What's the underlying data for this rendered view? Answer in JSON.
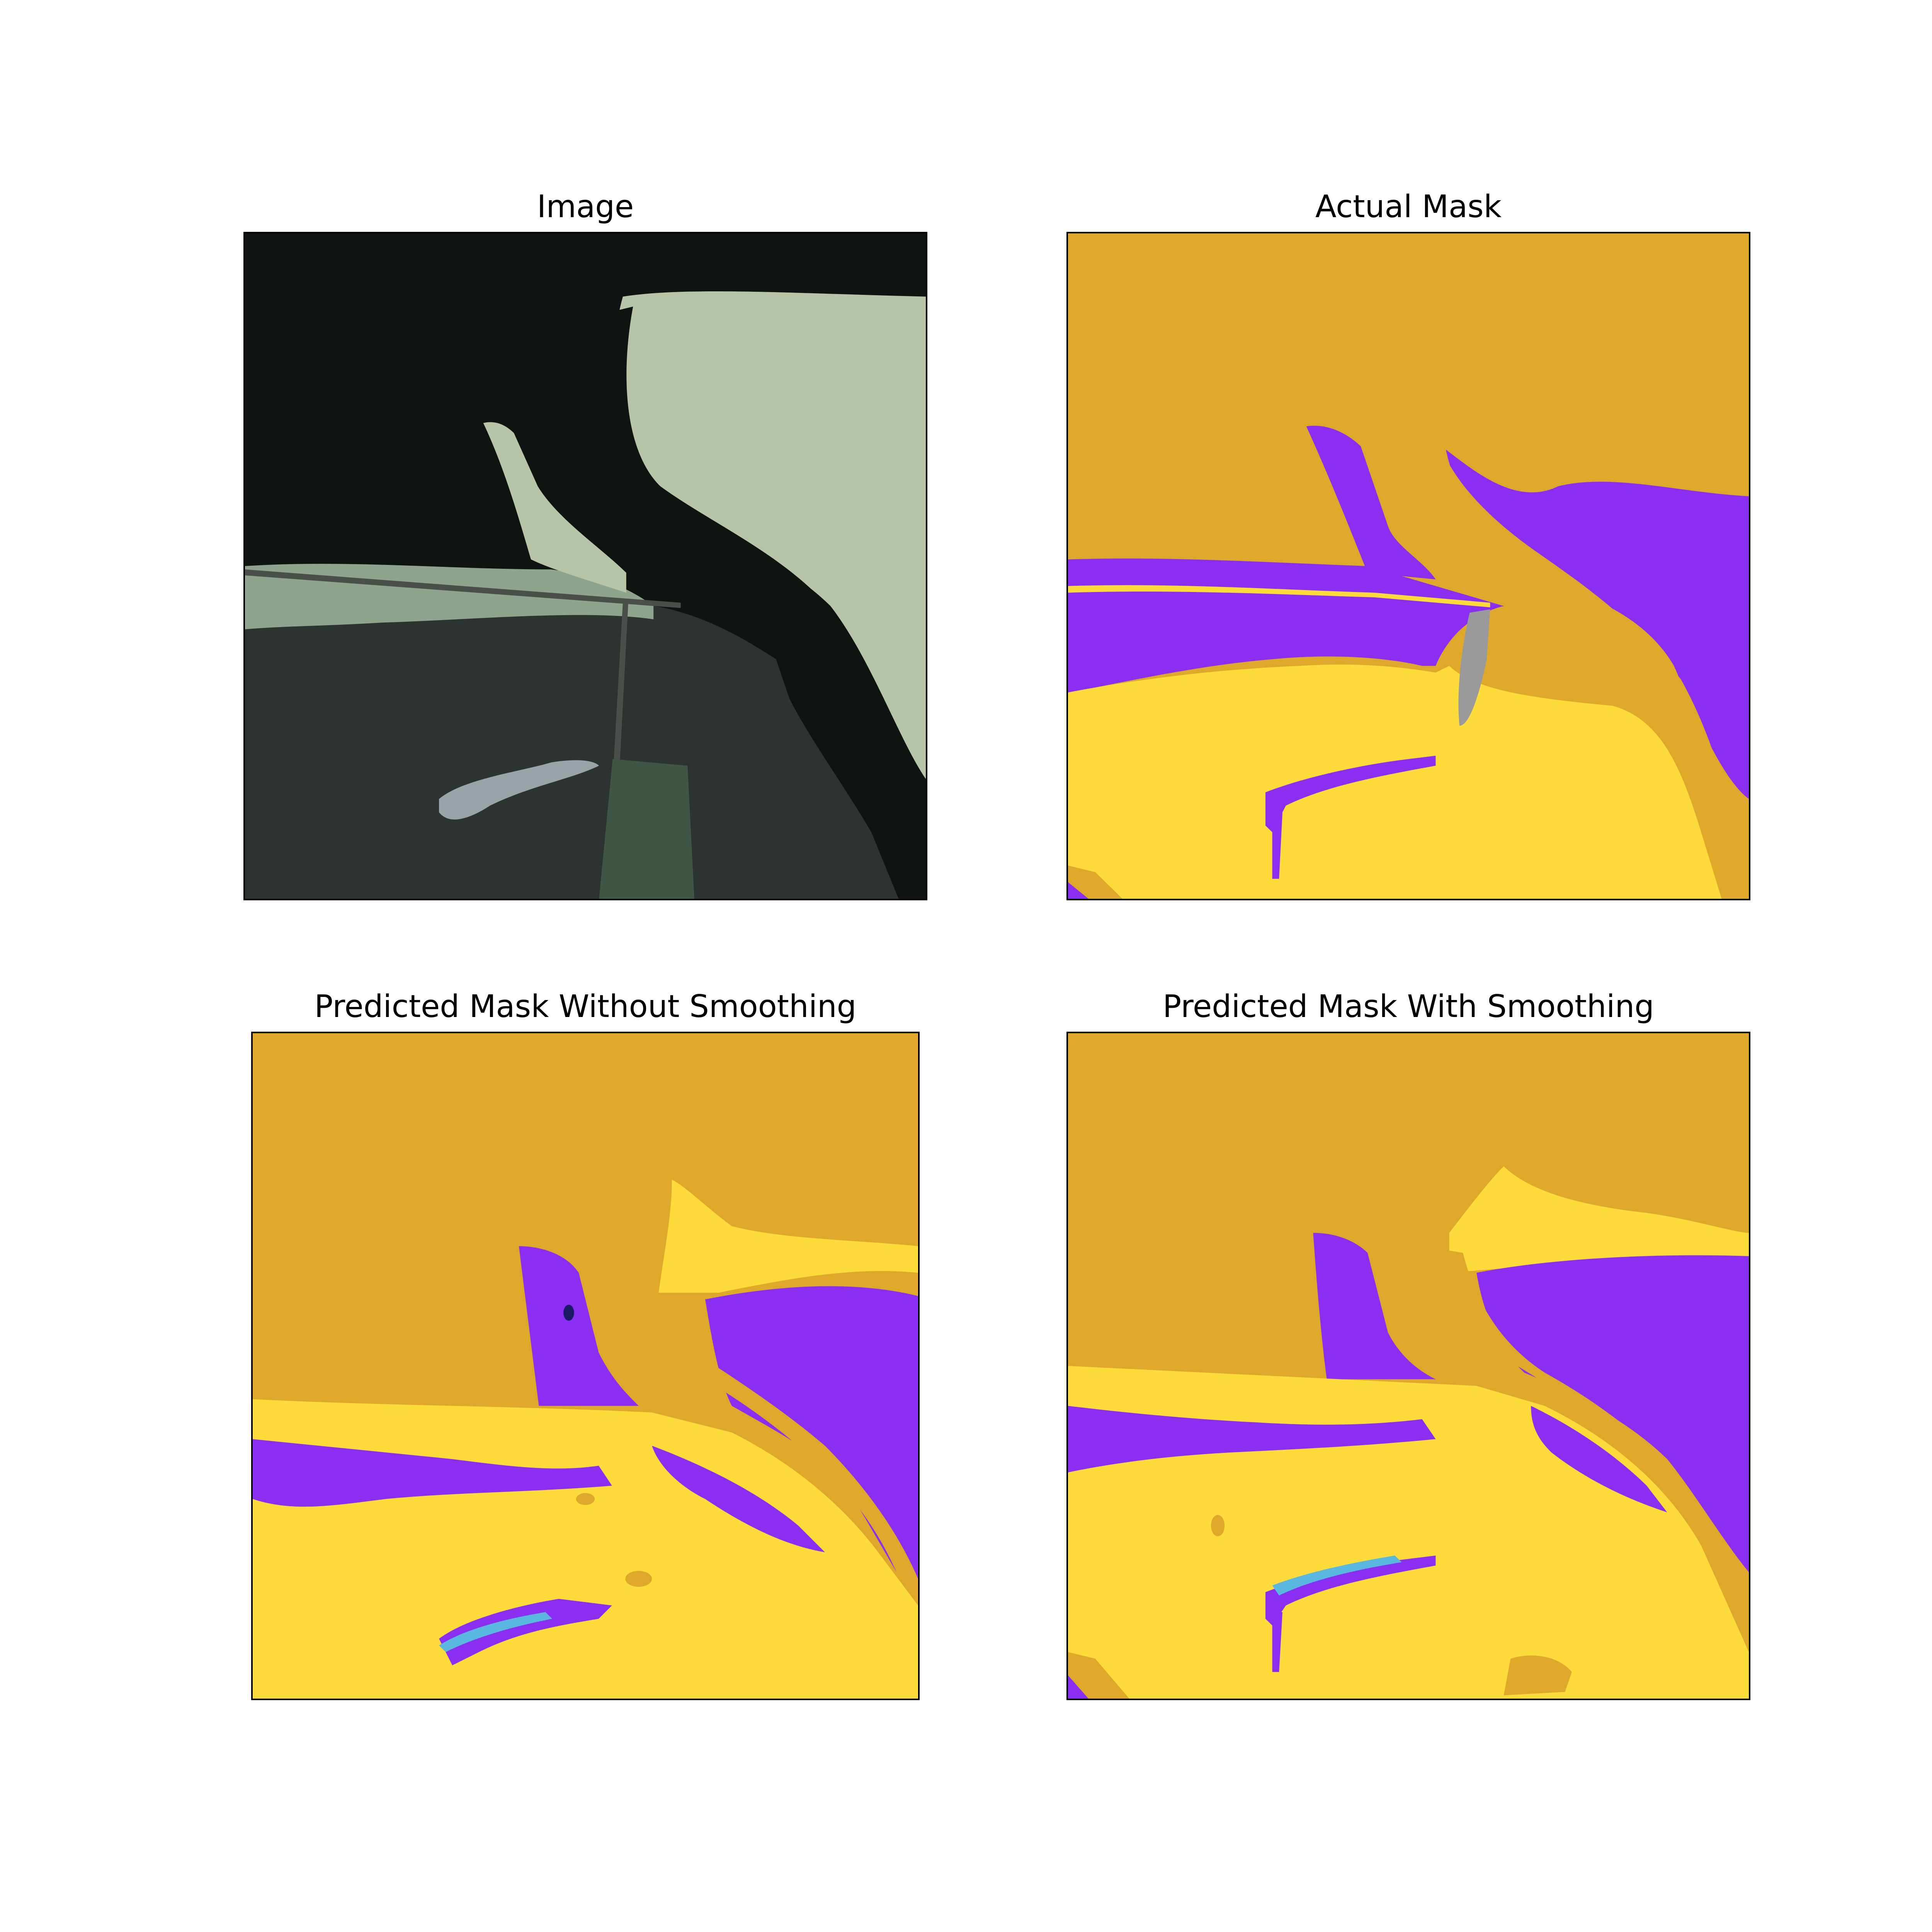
{
  "figure": {
    "panels": [
      {
        "title": "Image"
      },
      {
        "title": "Actual Mask"
      },
      {
        "title": "Predicted Mask Without Smoothing"
      },
      {
        "title": "Predicted Mask With Smoothing"
      }
    ]
  },
  "colors": {
    "water": "#e0a82a",
    "sand": "#fcdb3a",
    "purple_class": "#8a2ff2",
    "cyan_class": "#5ab8e0",
    "gray_class": "#9a9a9a",
    "dark_navy": "#1a1a66",
    "photo_dark_water": "#0f1410",
    "photo_forest": "#2d3330",
    "photo_sand": "#b8c4a8",
    "photo_shallow": "#8ea48c"
  }
}
